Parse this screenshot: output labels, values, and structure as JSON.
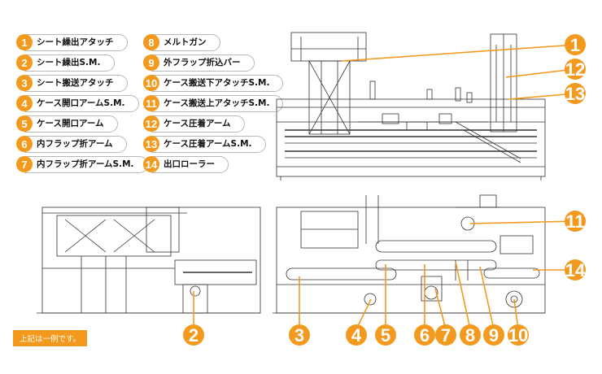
{
  "legend": [
    {
      "num": "1",
      "label": "シート繰出アタッチ"
    },
    {
      "num": "2",
      "label": "シート繰出S.M."
    },
    {
      "num": "3",
      "label": "シート搬送アタッチ"
    },
    {
      "num": "4",
      "label": "ケース開口アームS.M."
    },
    {
      "num": "5",
      "label": "ケース開口アーム"
    },
    {
      "num": "6",
      "label": "内フラップ折アーム"
    },
    {
      "num": "7",
      "label": "内フラップ折アームS.M."
    },
    {
      "num": "8",
      "label": "メルトガン"
    },
    {
      "num": "9",
      "label": "外フラップ折込バー"
    },
    {
      "num": "10",
      "label": "ケース搬送下アタッチS.M."
    },
    {
      "num": "11",
      "label": "ケース搬送上アタッチS.M."
    },
    {
      "num": "12",
      "label": "ケース圧着アーム"
    },
    {
      "num": "13",
      "label": "ケース圧着アームS.M."
    },
    {
      "num": "14",
      "label": "出口ローラー"
    }
  ],
  "note": "上記は一例です。",
  "callouts": [
    "1",
    "2",
    "3",
    "4",
    "5",
    "6",
    "7",
    "8",
    "9",
    "10",
    "11",
    "12",
    "13",
    "14"
  ],
  "colors": {
    "accent": "#f39a1e",
    "line": "#333333"
  }
}
